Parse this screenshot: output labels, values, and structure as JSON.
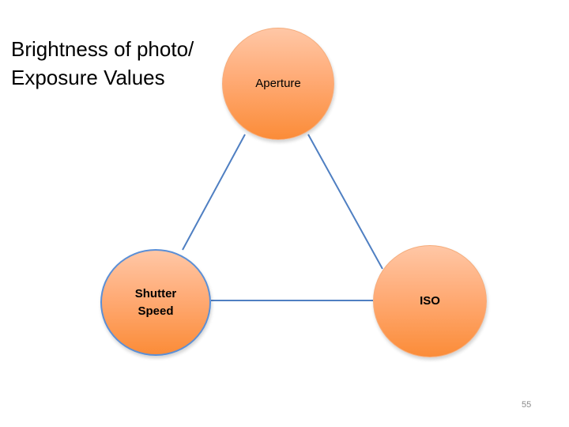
{
  "title": {
    "line1": "Brightness of photo/",
    "line2": "Exposure Values"
  },
  "nodes": {
    "aperture": "Aperture",
    "shutter_line1": "Shutter",
    "shutter_line2": "Speed",
    "iso": "ISO"
  },
  "page_number": "55",
  "colors": {
    "node_fill_top": "#ffc7a6",
    "node_fill_bottom": "#fb8c38",
    "edge": "#4f7fc2",
    "selected_outline": "#5b8fd6"
  }
}
